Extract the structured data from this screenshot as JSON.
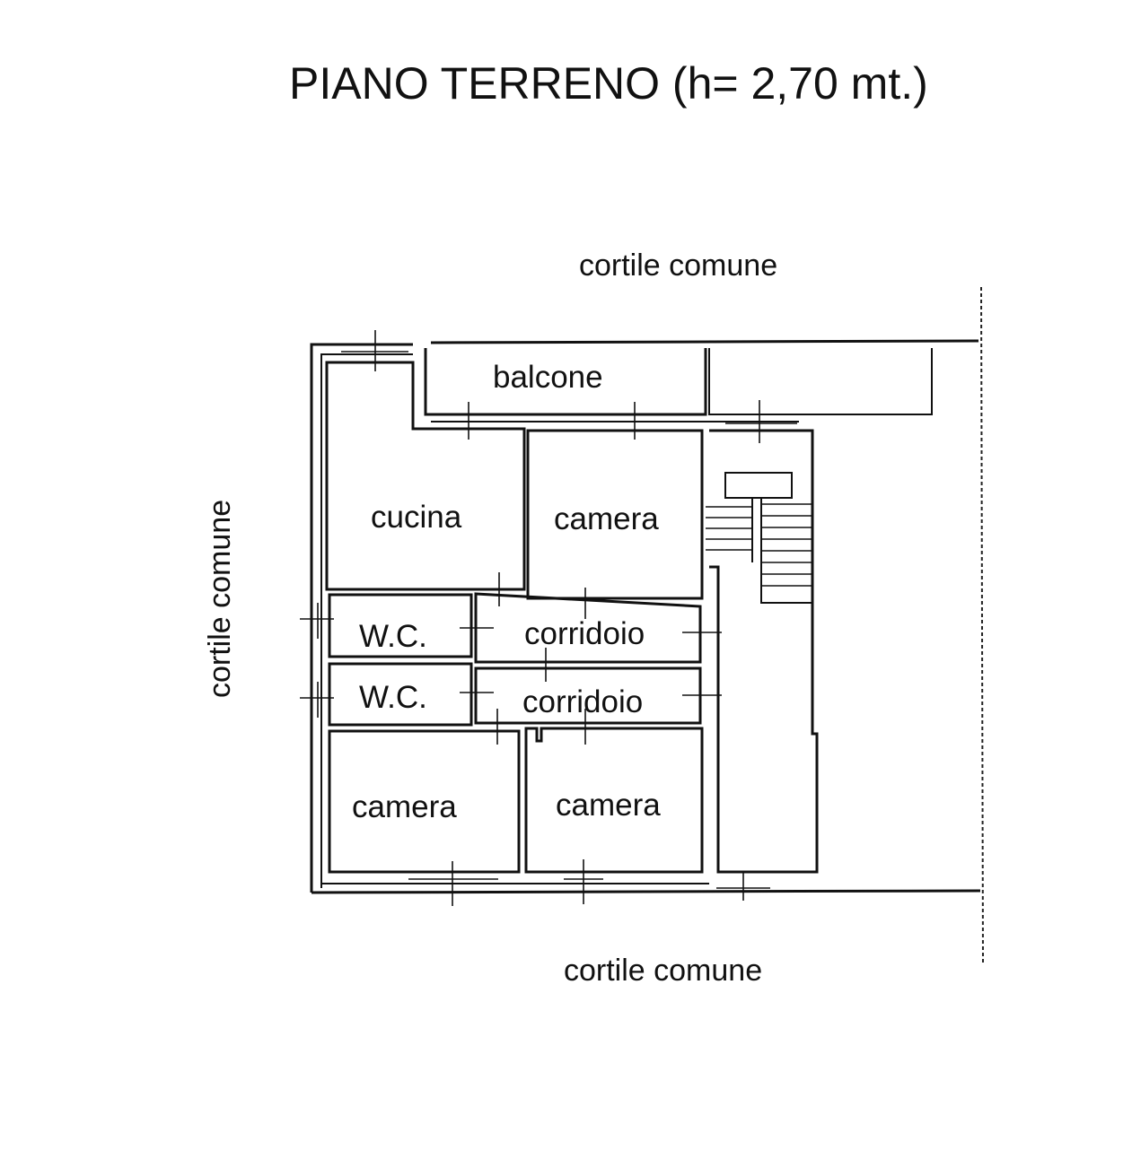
{
  "title": "PIANO TERRENO (h= 2,70 mt.)",
  "courtyards": {
    "top": "cortile comune",
    "left": "cortile comune",
    "bottom": "cortile comune"
  },
  "rooms": {
    "balcone": "balcone",
    "cucina": "cucina",
    "camera_upper": "camera",
    "wc_upper": "W.C.",
    "corridoio_upper": "corridoio",
    "wc_lower": "W.C.",
    "corridoio_lower": "corridoio",
    "camera_lower_left": "camera",
    "camera_lower_right": "camera"
  }
}
